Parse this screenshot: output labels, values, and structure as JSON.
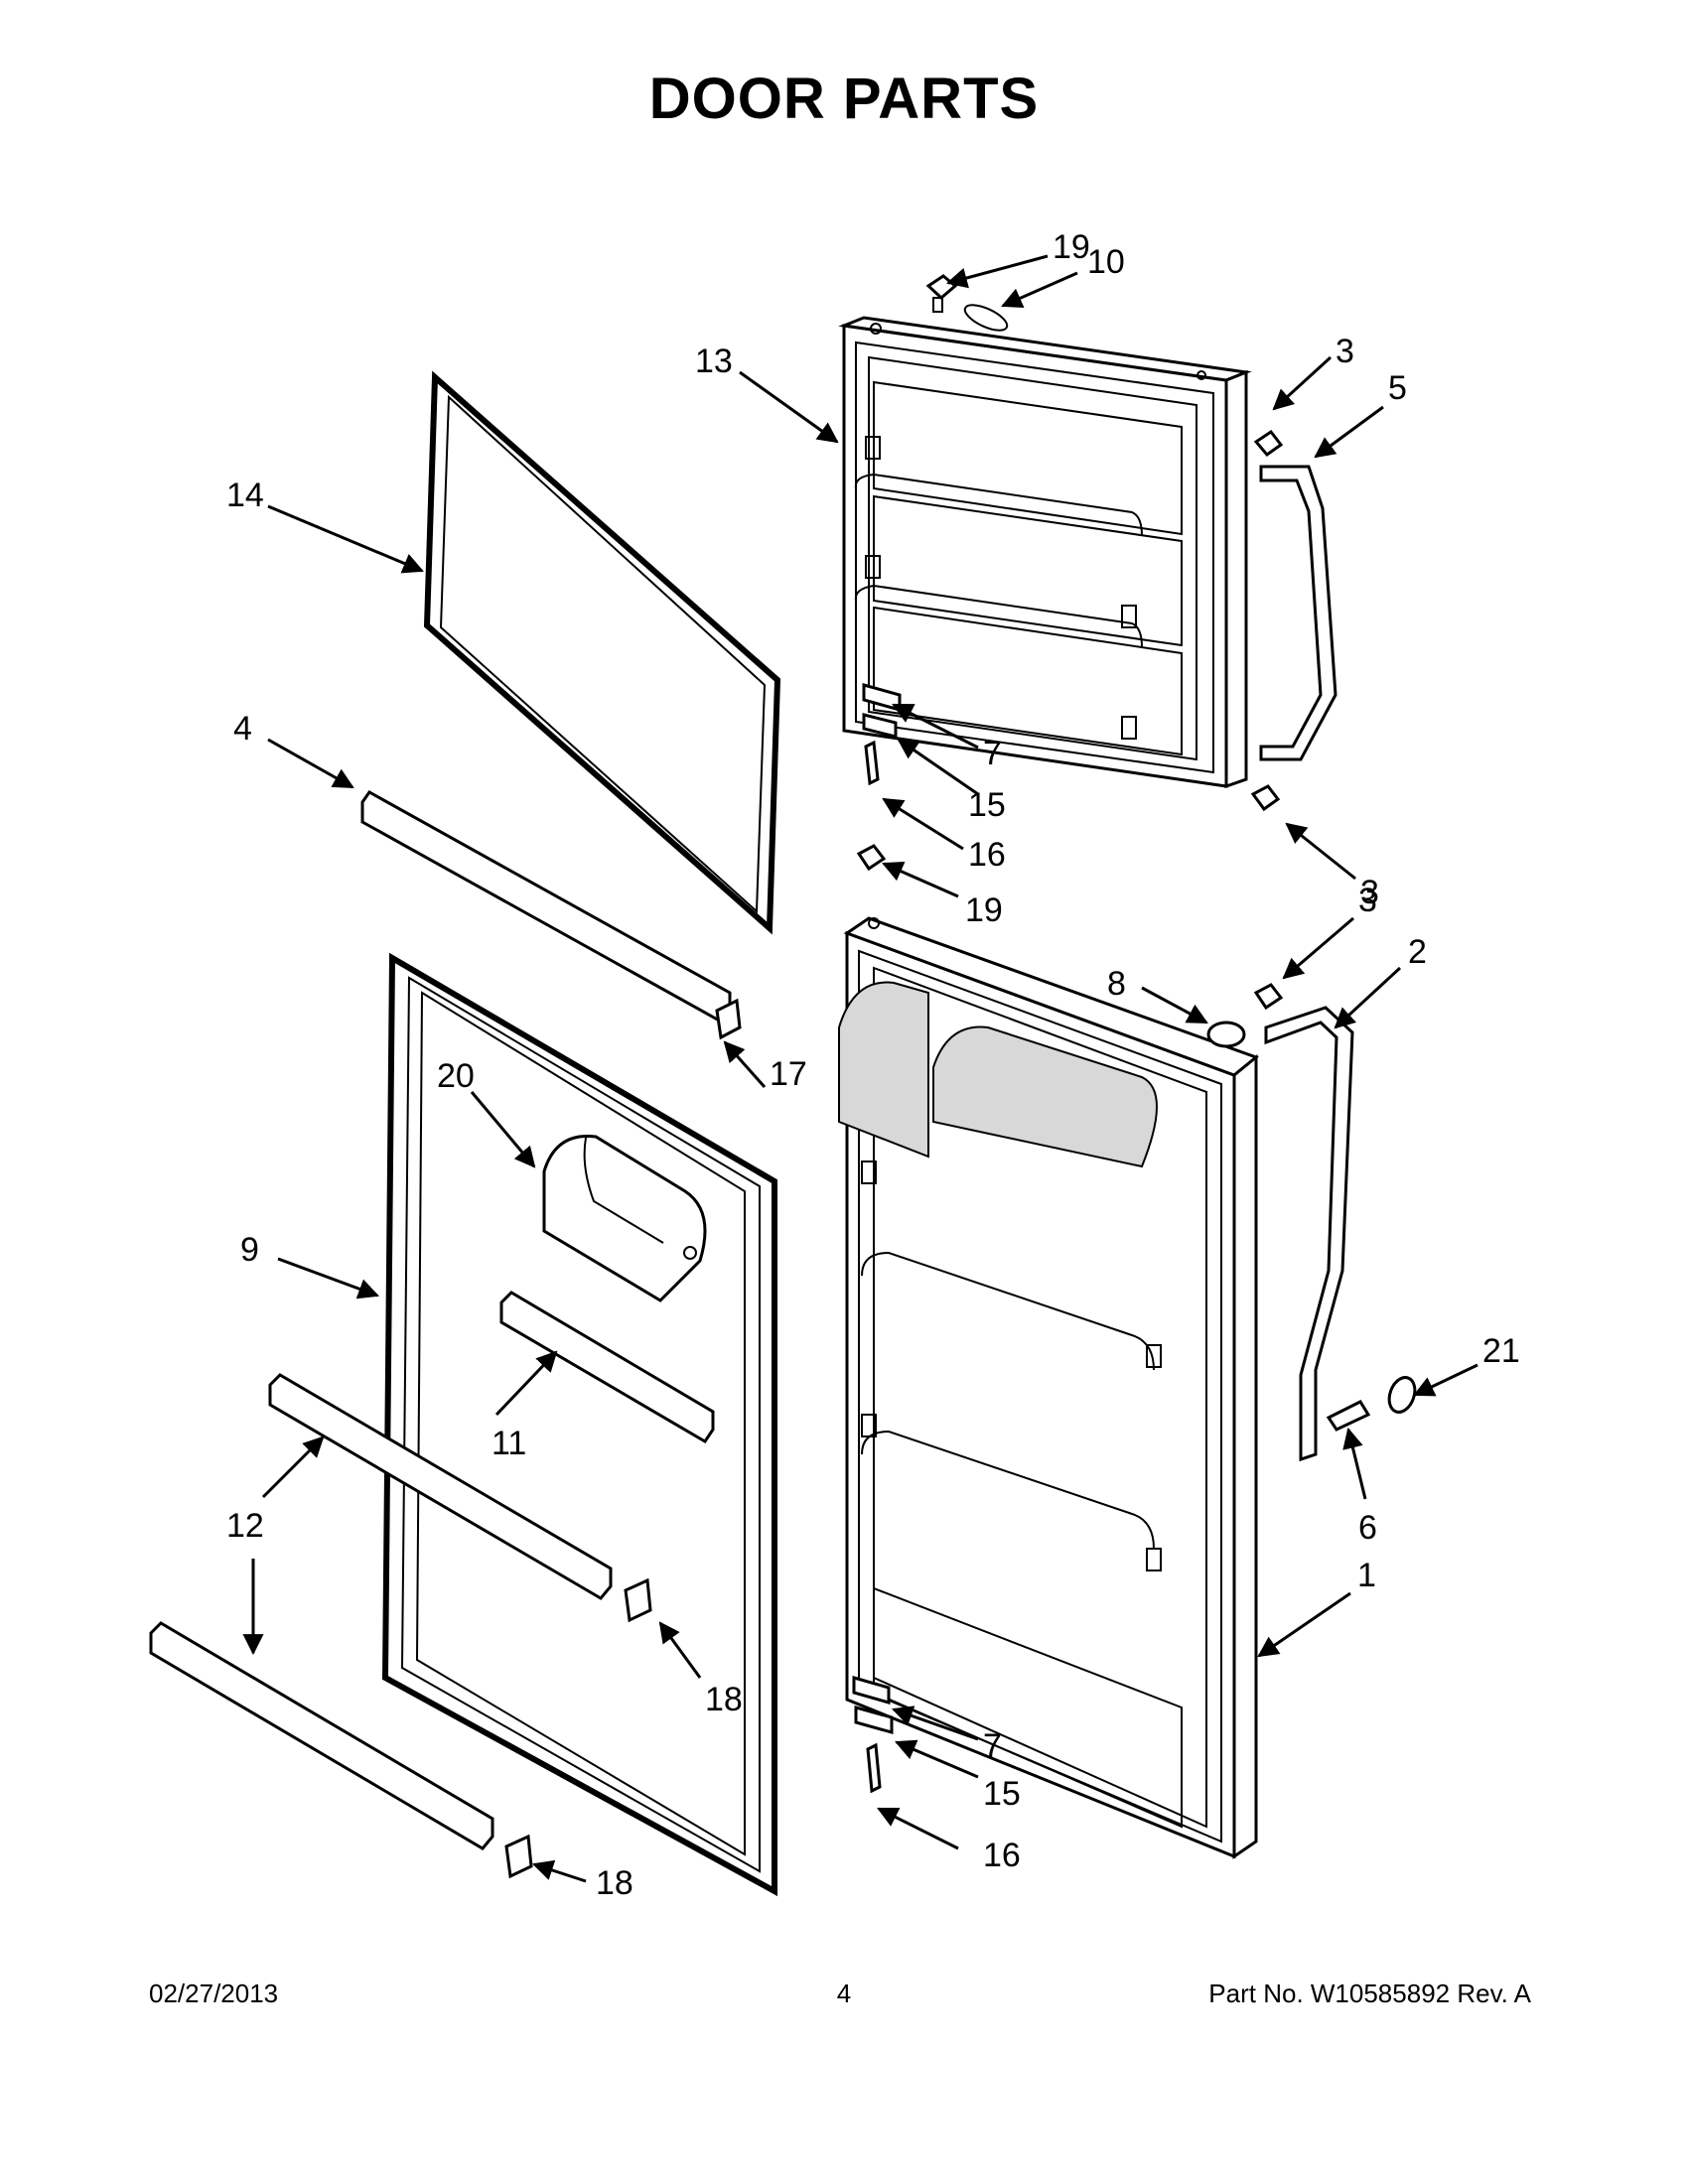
{
  "page": {
    "title": "DOOR PARTS",
    "footer_date": "02/27/2013",
    "footer_page": "4",
    "footer_part": "Part No.  W10585892  Rev.  A"
  },
  "callouts": [
    {
      "id": "c19a",
      "label": "19"
    },
    {
      "id": "c10",
      "label": "10"
    },
    {
      "id": "c13",
      "label": "13"
    },
    {
      "id": "c3a",
      "label": "3"
    },
    {
      "id": "c5",
      "label": "5"
    },
    {
      "id": "c14",
      "label": "14"
    },
    {
      "id": "c4",
      "label": "4"
    },
    {
      "id": "c7a",
      "label": "7"
    },
    {
      "id": "c15a",
      "label": "15"
    },
    {
      "id": "c16a",
      "label": "16"
    },
    {
      "id": "c19b",
      "label": "19"
    },
    {
      "id": "c3b",
      "label": "3"
    },
    {
      "id": "c3c",
      "label": "3"
    },
    {
      "id": "c2",
      "label": "2"
    },
    {
      "id": "c8",
      "label": "8"
    },
    {
      "id": "c17",
      "label": "17"
    },
    {
      "id": "c20",
      "label": "20"
    },
    {
      "id": "c9",
      "label": "9"
    },
    {
      "id": "c21",
      "label": "21"
    },
    {
      "id": "c11",
      "label": "11"
    },
    {
      "id": "c6",
      "label": "6"
    },
    {
      "id": "c12",
      "label": "12"
    },
    {
      "id": "c1",
      "label": "1"
    },
    {
      "id": "c18a",
      "label": "18"
    },
    {
      "id": "c7b",
      "label": "7"
    },
    {
      "id": "c15b",
      "label": "15"
    },
    {
      "id": "c16b",
      "label": "16"
    },
    {
      "id": "c18b",
      "label": "18"
    }
  ]
}
